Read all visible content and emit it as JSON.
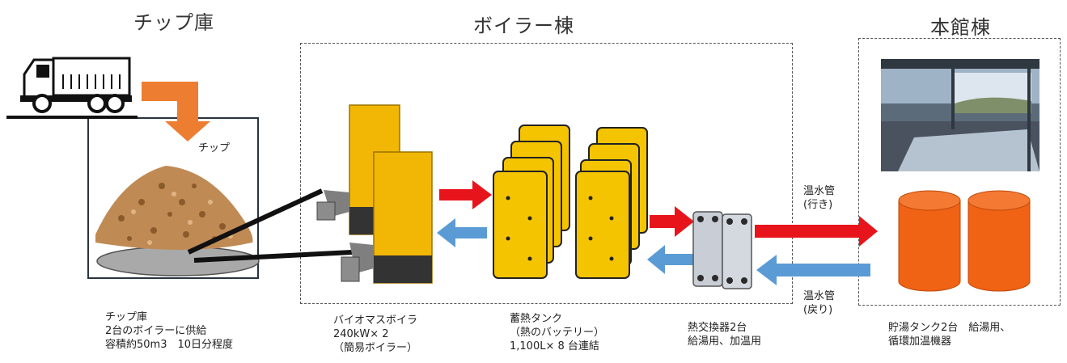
{
  "sections": {
    "chip_storage_title": "チップ庫",
    "boiler_building_title": "ボイラー棟",
    "main_building_title": "本館棟"
  },
  "labels": {
    "chip_arrow": "チップ",
    "pipe_out": "温水管\n(行き)",
    "pipe_return": "温水管\n(戻り)"
  },
  "captions": {
    "chip_storage": "チップ庫\n2台のボイラーに供給\n容積約50m3　10日分程度",
    "boiler": "バイオマスボイラ\n240kW× 2\n（簡易ボイラー）",
    "tank": "蓄熱タンク\n（熱のバッテリー）\n1,100L× 8 台連結",
    "heat_exchanger": "熱交換器2台\n給湯用、加温用",
    "hot_water_tank": "貯湯タンク2台　給湯用、\n循環加温機器"
  },
  "colors": {
    "supply_arrow": "#e8141b",
    "return_arrow": "#5b9bd5",
    "delivery_arrow": "#ed7d31",
    "boiler_body": "#f2b705",
    "tank_body": "#f5c400",
    "hot_water_tank": "#f06214"
  },
  "icons": [
    "truck-icon",
    "wood-chip-pile",
    "biomass-boiler-icon",
    "storage-tank-icon",
    "plate-heat-exchanger-icon",
    "hot-water-tank-icon",
    "bath-hall-photo"
  ]
}
